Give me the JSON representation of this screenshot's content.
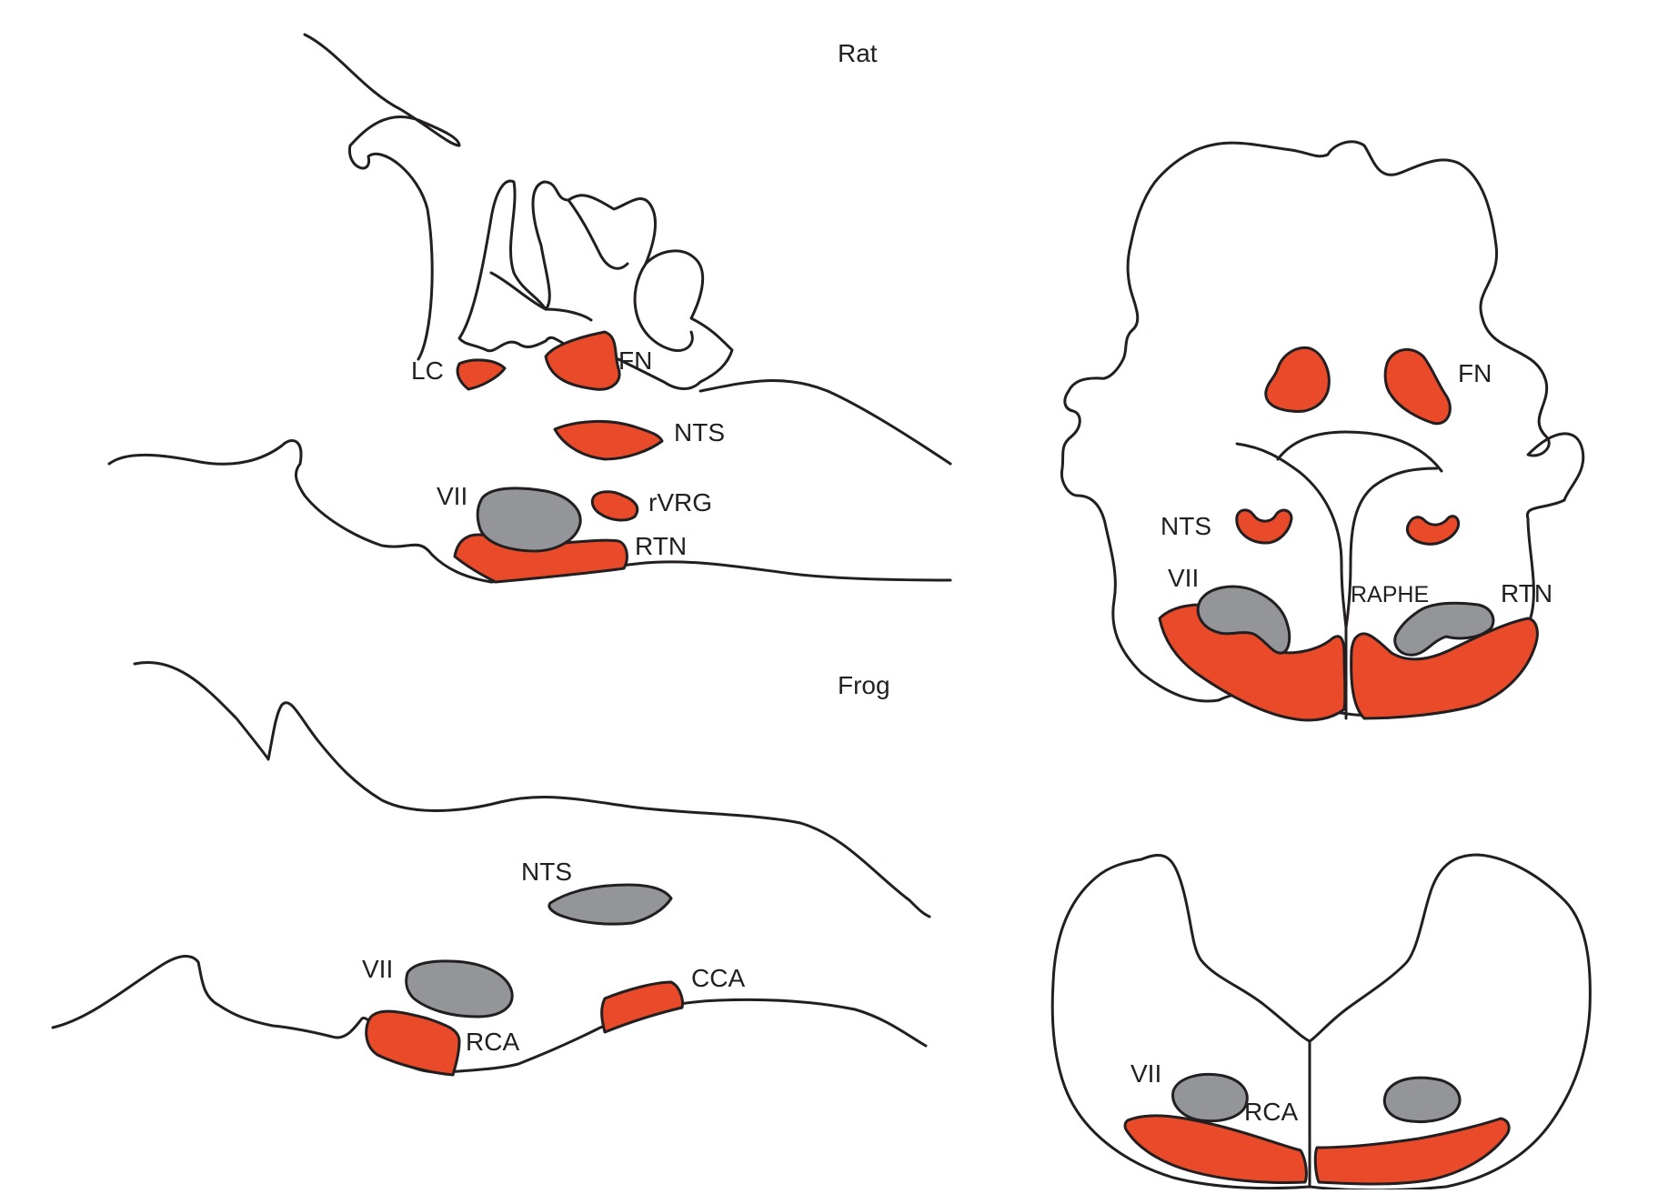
{
  "colors": {
    "chemosensitive_region": "#e84a2a",
    "reference_nucleus": "#939598",
    "outline": "#231f20"
  },
  "rat": {
    "title": "Rat",
    "sagittal_labels": {
      "lc": "LC",
      "fn": "FN",
      "nts": "NTS",
      "vii": "VII",
      "rvrg": "rVRG",
      "rtn": "RTN"
    },
    "transverse_labels": {
      "fn": "FN",
      "nts": "NTS",
      "vii": "VII",
      "raphe": "RAPHE",
      "rtn": "RTN"
    }
  },
  "frog": {
    "title": "Frog",
    "sagittal_labels": {
      "nts": "NTS",
      "vii": "VII",
      "cca": "CCA",
      "rca": "RCA"
    },
    "transverse_labels": {
      "vii": "VII",
      "rca": "RCA"
    }
  }
}
